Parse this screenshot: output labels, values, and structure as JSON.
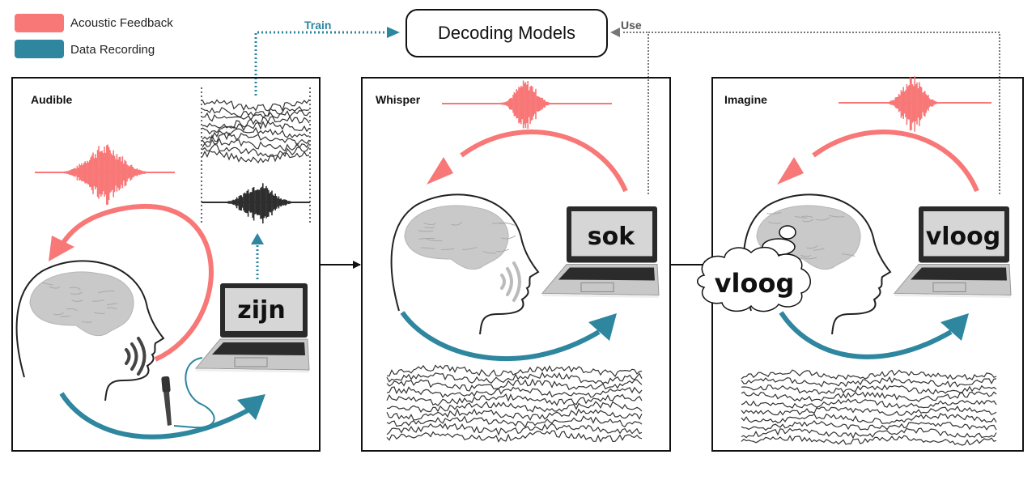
{
  "legend": [
    {
      "label": "Acoustic Feedback",
      "color": "#f87777"
    },
    {
      "label": "Data Recording",
      "color": "#2e869f"
    }
  ],
  "center_node": {
    "label": "Decoding Models"
  },
  "flows": {
    "train_label": "Train",
    "use_label": "Use"
  },
  "colors": {
    "feedback": "#f87777",
    "recording": "#2e869f",
    "frame": "#111111",
    "dotted_use": "#777777",
    "laptop_screen": "#d6d6d6",
    "laptop_body": "#2a2a2a",
    "brain": "#c9c9c9"
  },
  "panels": [
    {
      "title": "Audible",
      "screen_word": "zijn"
    },
    {
      "title": "Whisper",
      "screen_word": "sok"
    },
    {
      "title": "Imagine",
      "screen_word": "vloog",
      "thought_word": "vloog"
    }
  ]
}
